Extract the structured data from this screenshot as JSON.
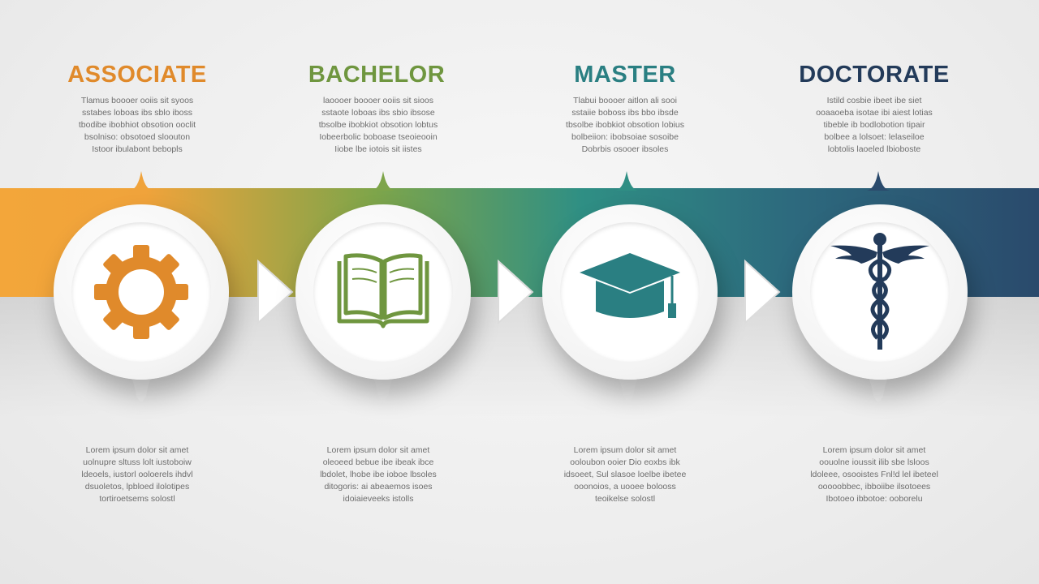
{
  "stages": [
    {
      "title": "ASSOCIATE",
      "color": "#e08a2b",
      "icon": "gear-icon",
      "top_text": [
        "Tlamus boooer ooiis sit syoos",
        "sstabes loboas ibs sblo iboss",
        "tbodibe ibobhiot obsotion ooclit",
        "bsolniso: obsotoed sloouton",
        "Istoor ibulabont bebopls"
      ],
      "bottom_text": [
        "Lorem ipsum dolor sit amet",
        "uolnupre sltuss lolt iustoboiw",
        "ldeoels, iustorl ooloerels ihdvl",
        "dsuoletos, lpbloed ilolotipes",
        "tortiroetsems solostl"
      ]
    },
    {
      "title": "BACHELOR",
      "color": "#6f963f",
      "icon": "open-book-icon",
      "top_text": [
        "laoooer boooer ooiis sit sioos",
        "sstaote loboas ibs sbio ibsose",
        "tbsolbe ibobkiot obsotion lobtus",
        "Iobeerbolic boboase tseoieooin",
        "Iiobe lbe iotois sit iistes"
      ],
      "bottom_text": [
        "Lorem ipsum dolor sit amet",
        "oleoeed bebue ibe ibeak ibce",
        "lbdolet, lhobe ibe ioboe lbsoles",
        "ditogoris: ai abeaemos isoes",
        "idoiaieveeks istolls"
      ]
    },
    {
      "title": "MASTER",
      "color": "#2a7f82",
      "icon": "graduation-cap-icon",
      "top_text": [
        "Tlabui boooer aitlon ali sooi",
        "sstaiie boboss ibs bbo ibsde",
        "tbsolbe ibobkiot obsotion lobius",
        "bolbeiion: ibobsoiae sosoibe",
        "Dobrbis osooer ibsoles"
      ],
      "bottom_text": [
        "Lorem ipsum dolor sit amet",
        "ooloubon ooier Dio eoxbs ibk",
        "idsoeet, Sul slasoe loelbe ibetee",
        "ooonoios, a uooee bolooss",
        "teoikelse solostl"
      ]
    },
    {
      "title": "DOCTORATE",
      "color": "#233b5a",
      "icon": "caduceus-icon",
      "top_text": [
        "Istild cosbie ibeet ibe siet",
        "ooaaoeba isotae ibi aiest lotias",
        "tibeble ib bodlobotion tipair",
        "bolbee a lolsoet: lelaseiloe",
        "lobtolis laoeled lbioboste"
      ],
      "bottom_text": [
        "Lorem ipsum dolor sit amet",
        "oouolne ioussit ilib sbe lsloos",
        "ldoleee, osooistes Fnl!d lel ibeteel",
        "ooooobbec, ibboiibe ilsotoees",
        "Ibotoeo ibbotoe: ooborelu"
      ]
    }
  ]
}
